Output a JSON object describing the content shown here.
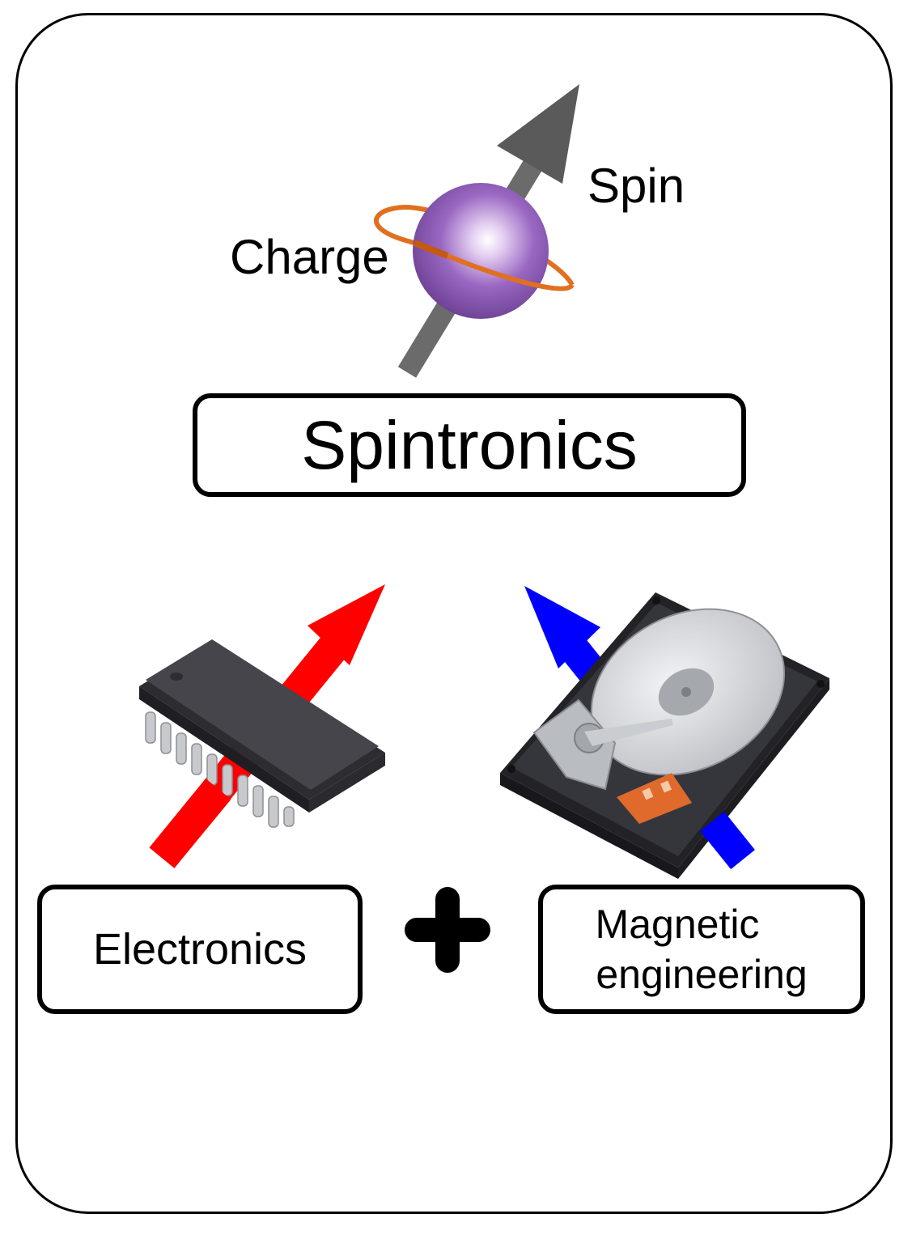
{
  "diagram": {
    "spin_label": "Spin",
    "charge_label": "Charge",
    "title": "Spintronics",
    "left_box": "Electronics",
    "plus_symbol": "+",
    "right_box_line1": "Magnetic",
    "right_box_line2": "engineering"
  },
  "colors": {
    "electron_sphere": "#8e5bb5",
    "orbit_ring": "#e07020",
    "spin_arrow": "#5a5a5a",
    "electronics_arrow": "#ff0000",
    "magnetic_arrow": "#0000ff",
    "chip_body": "#3a3a3f",
    "hdd_body": "#2f2f35",
    "hdd_platter": "#d8dadd"
  },
  "icons": [
    "electron-spin-icon",
    "microchip-icon",
    "hard-disk-drive-icon",
    "plus-icon"
  ]
}
